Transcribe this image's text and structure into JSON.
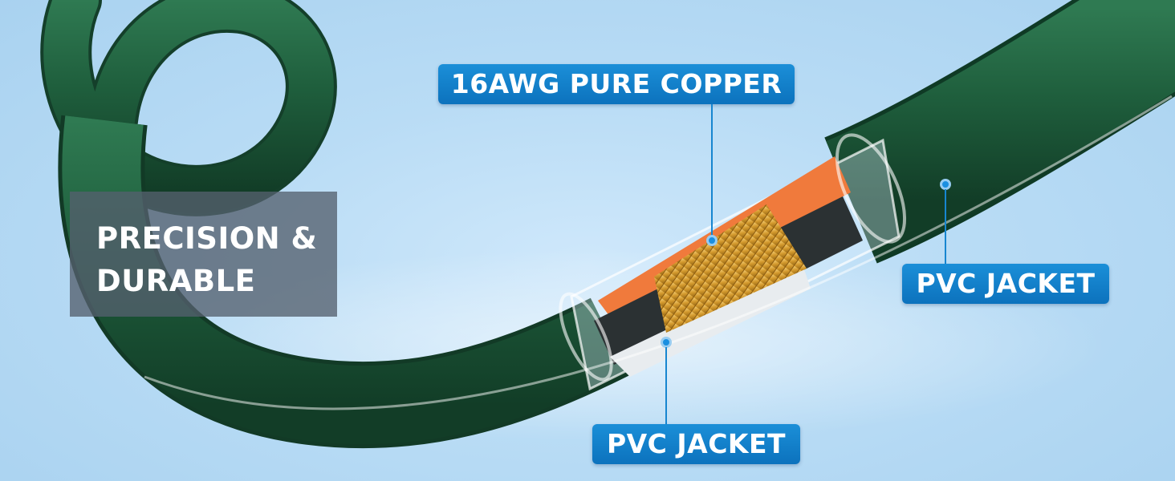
{
  "headline": {
    "line1": "PRECISION &",
    "line2": "DURABLE"
  },
  "callouts": {
    "copper": "16AWG PURE COPPER",
    "jacket_right": "PVC JACKET",
    "jacket_bottom": "PVC JACKET"
  },
  "colors": {
    "cable_green": "#1f5a3a",
    "callout_blue": "#0f78c4",
    "background_blue": "#b9dcf5",
    "copper_gold": "#d9a83a",
    "wire_orange": "#f07a3c"
  }
}
